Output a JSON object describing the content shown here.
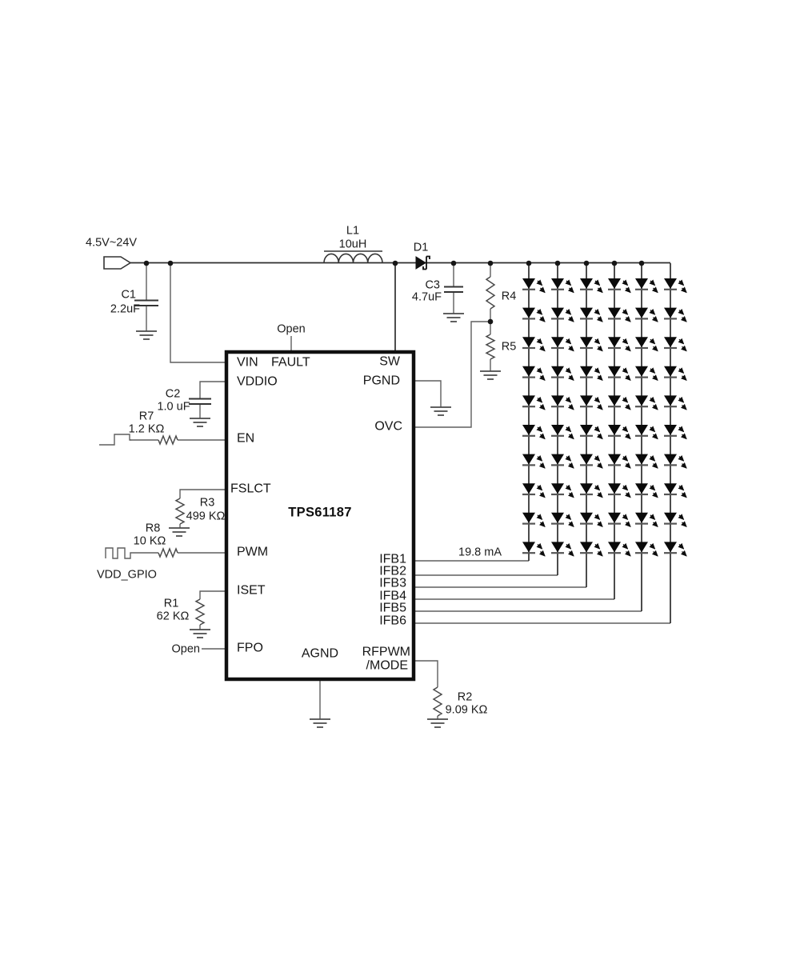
{
  "schematic": {
    "ic": {
      "part_number": "TPS61187",
      "pins": {
        "vin": "VIN",
        "vddio": "VDDIO",
        "en": "EN",
        "fslct": "FSLCT",
        "pwm": "PWM",
        "iset": "ISET",
        "fpo": "FPO",
        "fault": "FAULT",
        "sw": "SW",
        "pgnd": "PGND",
        "ovc": "OVC",
        "ifb1": "IFB1",
        "ifb2": "IFB2",
        "ifb3": "IFB3",
        "ifb4": "IFB4",
        "ifb5": "IFB5",
        "ifb6": "IFB6",
        "rfpwm": "RFPWM",
        "mode": "/MODE",
        "agnd": "AGND"
      }
    },
    "components": {
      "c1": {
        "ref": "C1",
        "value": "2.2uF"
      },
      "c2": {
        "ref": "C2",
        "value": "1.0 uF"
      },
      "c3": {
        "ref": "C3",
        "value": "4.7uF"
      },
      "l1": {
        "ref": "L1",
        "value": "10uH"
      },
      "d1": {
        "ref": "D1"
      },
      "r1": {
        "ref": "R1",
        "value": "62 KΩ"
      },
      "r2": {
        "ref": "R2",
        "value": "9.09 KΩ"
      },
      "r3": {
        "ref": "R3",
        "value": "499 KΩ"
      },
      "r4": {
        "ref": "R4"
      },
      "r5": {
        "ref": "R5"
      },
      "r7": {
        "ref": "R7",
        "value": "1.2 KΩ"
      },
      "r8": {
        "ref": "R8",
        "value": "10 KΩ"
      }
    },
    "annotations": {
      "input_voltage": "4.5V~24V",
      "fault_state": "Open",
      "fpo_state": "Open",
      "pwm_source": "VDD_GPIO",
      "led_current": "19.8 mA"
    },
    "led_array": {
      "columns": 6,
      "rows_per_string": 10
    }
  }
}
